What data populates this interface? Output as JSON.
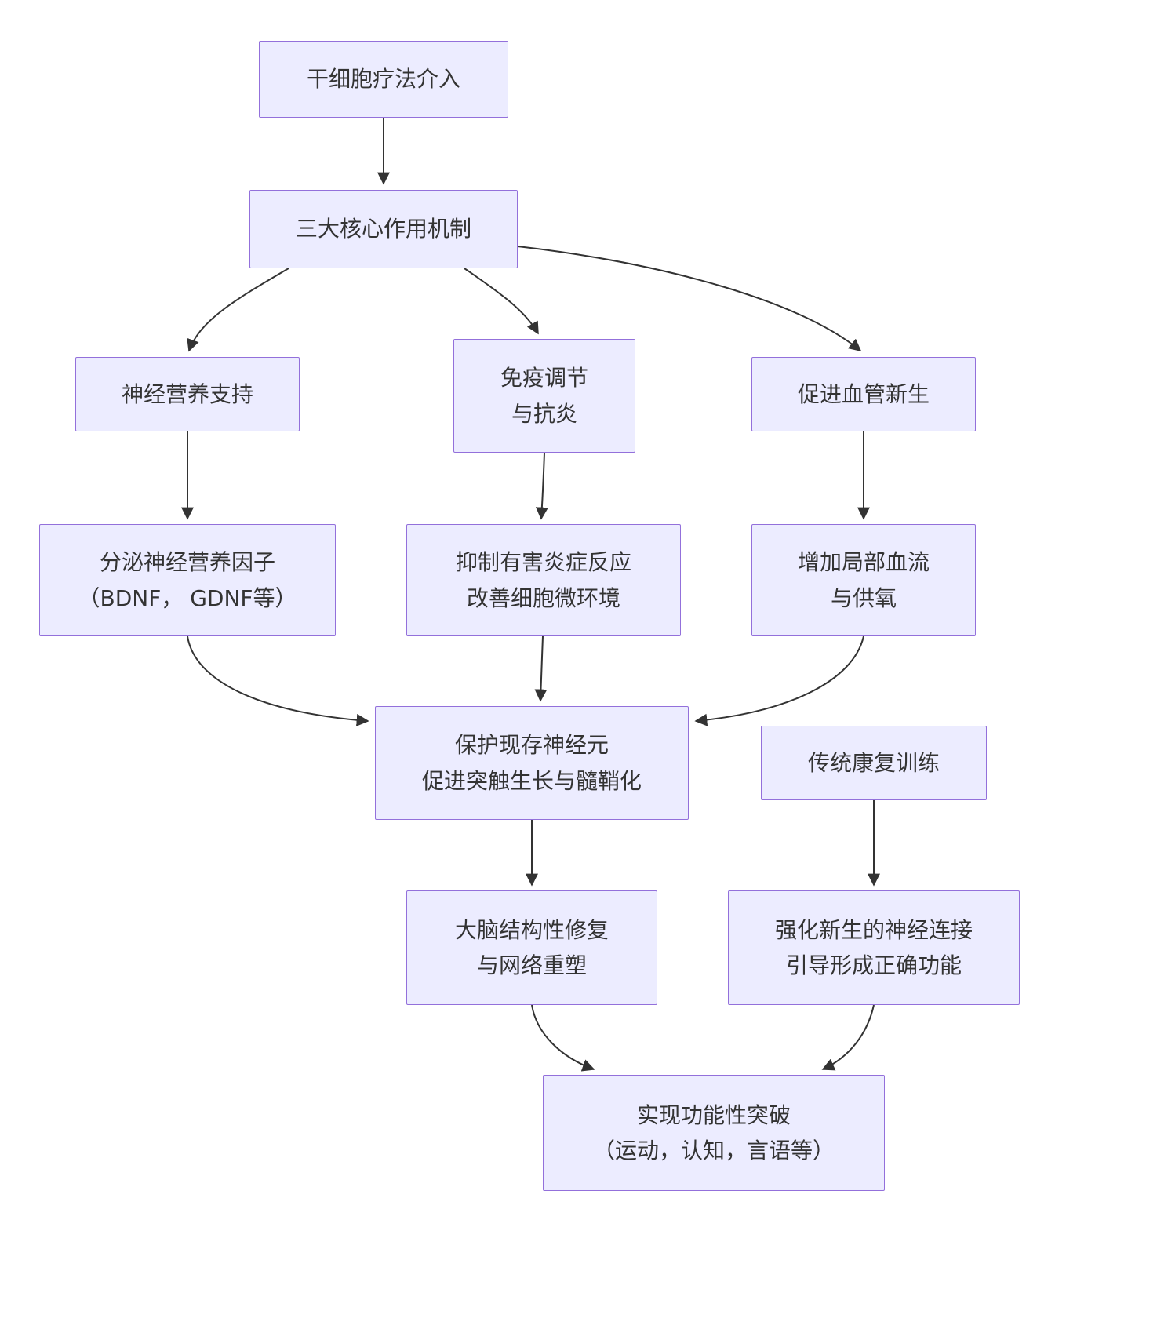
{
  "colors": {
    "node_fill": "#ECECFF",
    "node_border": "#9370DB",
    "text": "#333333",
    "arrow": "#333333",
    "background": "#ffffff"
  },
  "nodes": {
    "intervention": [
      "干细胞疗法介入"
    ],
    "mechanisms": [
      "三大核心作用机制"
    ],
    "neurotrophic": [
      "神经营养支持"
    ],
    "immune": [
      "免疫调节",
      "与抗炎"
    ],
    "angiogenesis": [
      "促进血管新生"
    ],
    "factors": [
      "分泌神经营养因子",
      "（BDNF， GDNF等）"
    ],
    "inflammation": [
      "抑制有害炎症反应",
      "改善细胞微环境"
    ],
    "bloodflow": [
      "增加局部血流",
      "与供氧"
    ],
    "protect": [
      "保护现存神经元",
      "促进突触生长与髓鞘化"
    ],
    "rehab": [
      "传统康复训练"
    ],
    "repair": [
      "大脑结构性修复",
      "与网络重塑"
    ],
    "strengthen": [
      "强化新生的神经连接",
      "引导形成正确功能"
    ],
    "breakthrough": [
      "实现功能性突破",
      "（运动，认知，言语等）"
    ]
  }
}
